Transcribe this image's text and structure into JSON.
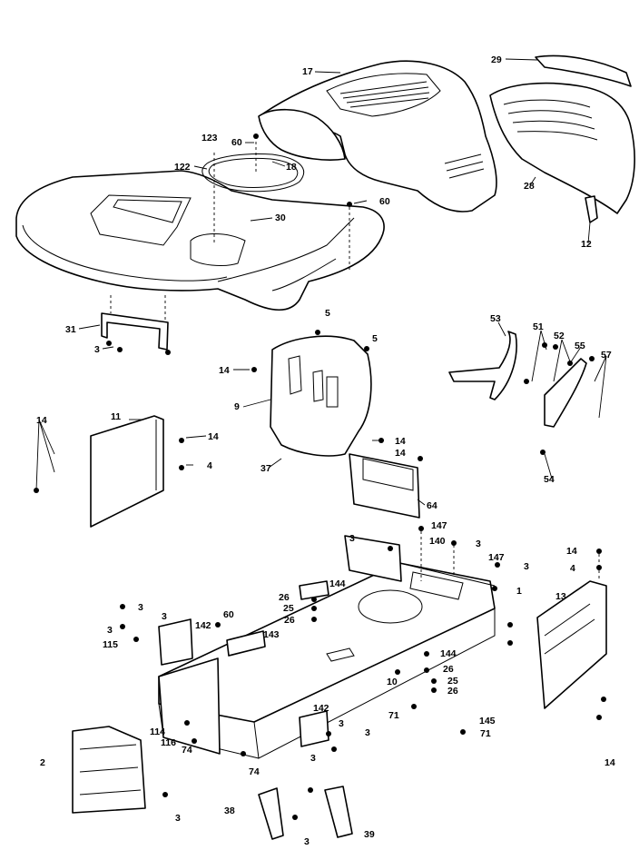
{
  "labels": [
    {
      "id": "17",
      "text": "17"
    },
    {
      "id": "29",
      "text": "29"
    },
    {
      "id": "123",
      "text": "123"
    },
    {
      "id": "60a",
      "text": "60"
    },
    {
      "id": "18",
      "text": "18"
    },
    {
      "id": "122",
      "text": "122"
    },
    {
      "id": "60b",
      "text": "60"
    },
    {
      "id": "30",
      "text": "30"
    },
    {
      "id": "28",
      "text": "28"
    },
    {
      "id": "12",
      "text": "12"
    },
    {
      "id": "31",
      "text": "31"
    },
    {
      "id": "3a",
      "text": "3"
    },
    {
      "id": "5a",
      "text": "5"
    },
    {
      "id": "5b",
      "text": "5"
    },
    {
      "id": "53",
      "text": "53"
    },
    {
      "id": "51",
      "text": "51"
    },
    {
      "id": "52",
      "text": "52"
    },
    {
      "id": "55",
      "text": "55"
    },
    {
      "id": "57",
      "text": "57"
    },
    {
      "id": "14a",
      "text": "14"
    },
    {
      "id": "9",
      "text": "9"
    },
    {
      "id": "14b",
      "text": "14"
    },
    {
      "id": "11",
      "text": "11"
    },
    {
      "id": "14c",
      "text": "14"
    },
    {
      "id": "4a",
      "text": "4"
    },
    {
      "id": "14d",
      "text": "14"
    },
    {
      "id": "14e",
      "text": "14"
    },
    {
      "id": "37",
      "text": "37"
    },
    {
      "id": "64",
      "text": "64"
    },
    {
      "id": "54",
      "text": "54"
    },
    {
      "id": "147a",
      "text": "147"
    },
    {
      "id": "3b",
      "text": "3"
    },
    {
      "id": "140",
      "text": "140"
    },
    {
      "id": "3c",
      "text": "3"
    },
    {
      "id": "147b",
      "text": "147"
    },
    {
      "id": "14f",
      "text": "14"
    },
    {
      "id": "3d",
      "text": "3"
    },
    {
      "id": "4b",
      "text": "4"
    },
    {
      "id": "1",
      "text": "1"
    },
    {
      "id": "13",
      "text": "13"
    },
    {
      "id": "144a",
      "text": "144"
    },
    {
      "id": "26a",
      "text": "26"
    },
    {
      "id": "25a",
      "text": "25"
    },
    {
      "id": "26b",
      "text": "26"
    },
    {
      "id": "3e",
      "text": "3"
    },
    {
      "id": "3f",
      "text": "3"
    },
    {
      "id": "3g",
      "text": "3"
    },
    {
      "id": "60c",
      "text": "60"
    },
    {
      "id": "142a",
      "text": "142"
    },
    {
      "id": "143",
      "text": "143"
    },
    {
      "id": "115",
      "text": "115"
    },
    {
      "id": "144b",
      "text": "144"
    },
    {
      "id": "26c",
      "text": "26"
    },
    {
      "id": "10",
      "text": "10"
    },
    {
      "id": "25b",
      "text": "25"
    },
    {
      "id": "26d",
      "text": "26"
    },
    {
      "id": "71a",
      "text": "71"
    },
    {
      "id": "142b",
      "text": "142"
    },
    {
      "id": "114",
      "text": "114"
    },
    {
      "id": "3h",
      "text": "3"
    },
    {
      "id": "3i",
      "text": "3"
    },
    {
      "id": "116",
      "text": "116"
    },
    {
      "id": "74a",
      "text": "74"
    },
    {
      "id": "3j",
      "text": "3"
    },
    {
      "id": "145",
      "text": "145"
    },
    {
      "id": "71b",
      "text": "71"
    },
    {
      "id": "14g",
      "text": "14"
    },
    {
      "id": "2",
      "text": "2"
    },
    {
      "id": "74b",
      "text": "74"
    },
    {
      "id": "3k",
      "text": "3"
    },
    {
      "id": "38",
      "text": "38"
    },
    {
      "id": "39",
      "text": "39"
    },
    {
      "id": "3l",
      "text": "3"
    }
  ]
}
